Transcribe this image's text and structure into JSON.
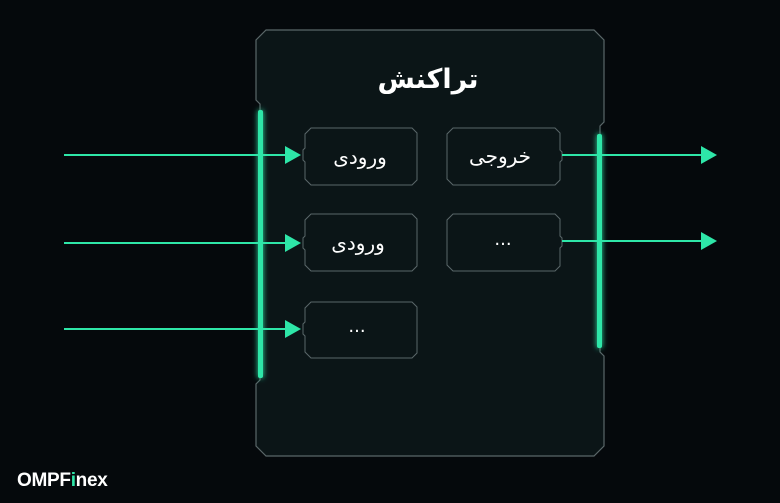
{
  "diagram": {
    "title": "تراکنش",
    "inputs": [
      {
        "label": "ورودی"
      },
      {
        "label": "ورودی"
      },
      {
        "label": "..."
      }
    ],
    "outputs": [
      {
        "label": "خروجی"
      },
      {
        "label": "..."
      }
    ],
    "colors": {
      "background": "#05090c",
      "panel": "#0b1517",
      "border": "#5a6769",
      "accent": "#2ee6a8",
      "text": "#ffffff"
    }
  },
  "brand": {
    "part1": "OMPF",
    "accent": "i",
    "part2": "nex"
  }
}
